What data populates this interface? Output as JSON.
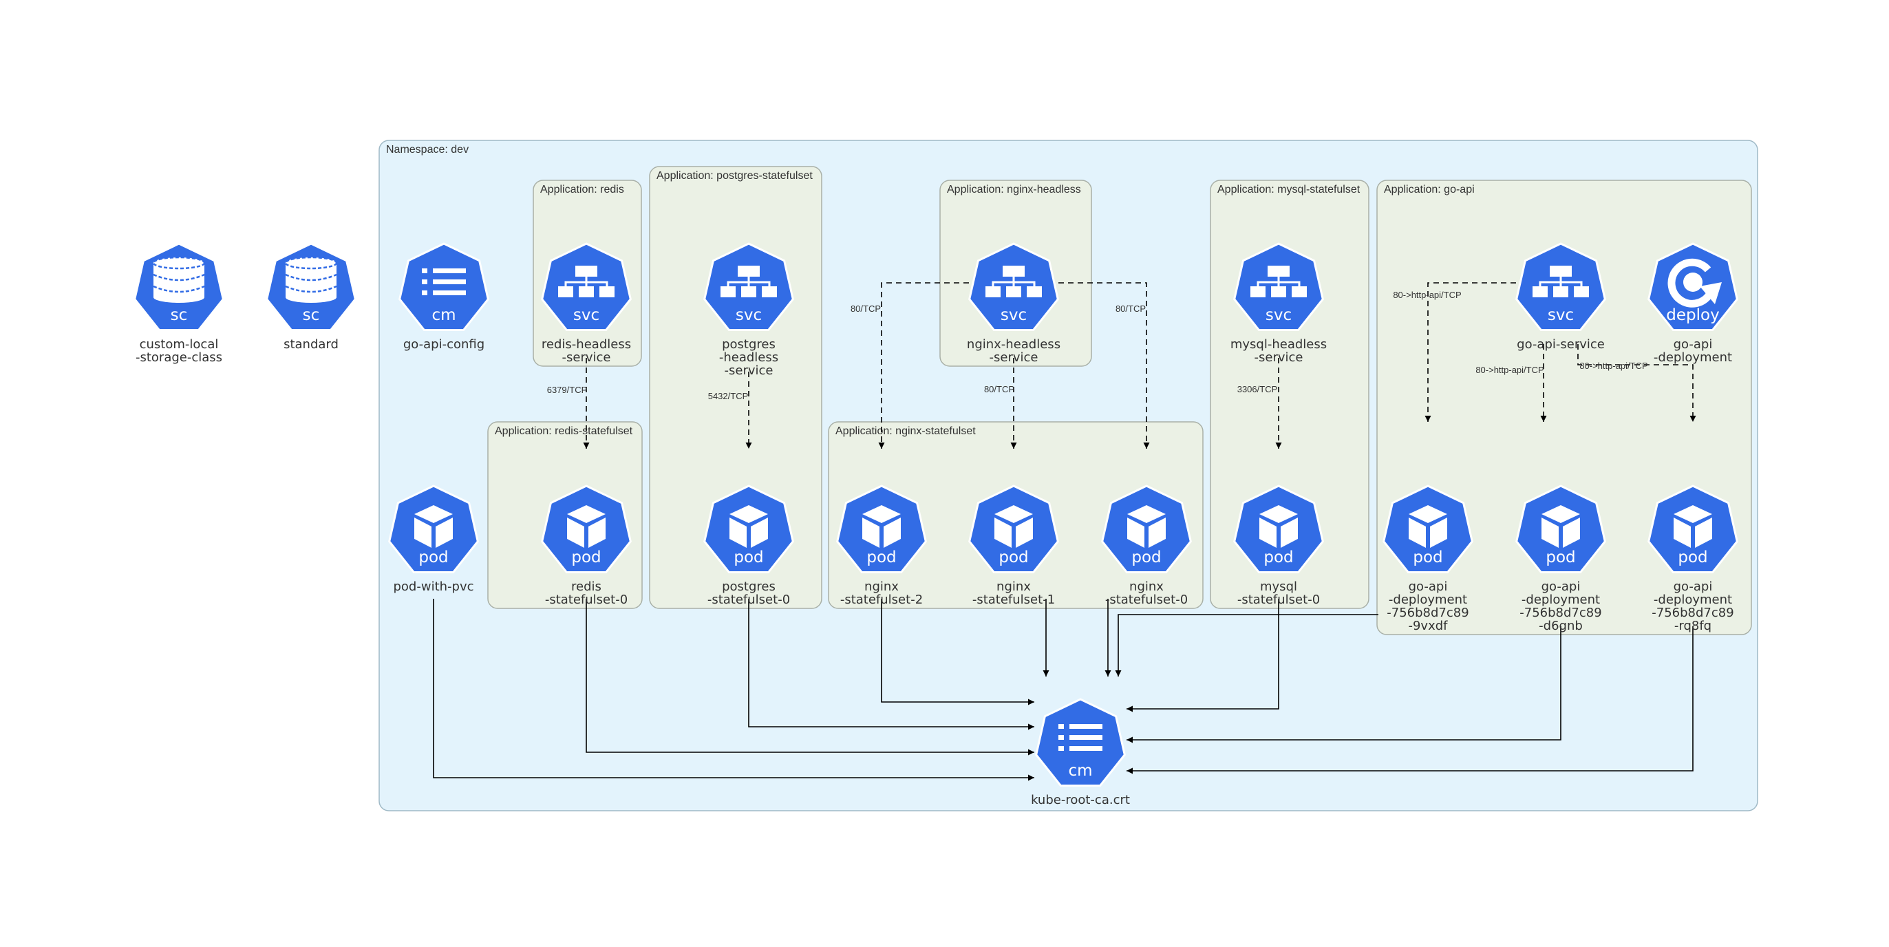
{
  "colors": {
    "namespace_fill": "#e3f3fc",
    "app_fill": "#ebf1e5",
    "icon_blue": "#326ce5",
    "edge": "#000000"
  },
  "namespace_label": "Namespace: dev",
  "groups": {
    "app_redis": "Application: redis",
    "app_postgres": "Application: postgres-statefulset",
    "app_nginx_headless": "Application: nginx-headless",
    "app_mysql": "Application: mysql-statefulset",
    "app_goapi": "Application: go-api",
    "app_redis_sts": "Application: redis-statefulset",
    "app_nginx_sts": "Application: nginx-statefulset"
  },
  "icons": {
    "sc": {
      "name": "storage-class-icon",
      "text": "sc"
    },
    "cm": {
      "name": "configmap-icon",
      "text": "cm"
    },
    "svc": {
      "name": "service-icon",
      "text": "svc"
    },
    "pod": {
      "name": "pod-icon",
      "text": "pod"
    },
    "deploy": {
      "name": "deployment-icon",
      "text": "deploy"
    }
  },
  "nodes": {
    "custom_local_sc": {
      "kind": "sc",
      "label": [
        "custom-local",
        "-storage-class"
      ]
    },
    "standard_sc": {
      "kind": "sc",
      "label": [
        "standard"
      ]
    },
    "go_api_config": {
      "kind": "cm",
      "label": [
        "go-api-config"
      ]
    },
    "redis_headless_svc": {
      "kind": "svc",
      "label": [
        "redis-headless",
        "-service"
      ]
    },
    "postgres_headless_svc": {
      "kind": "svc",
      "label": [
        "postgres",
        "-headless",
        "-service"
      ]
    },
    "nginx_headless_svc": {
      "kind": "svc",
      "label": [
        "nginx-headless",
        "-service"
      ]
    },
    "mysql_headless_svc": {
      "kind": "svc",
      "label": [
        "mysql-headless",
        "-service"
      ]
    },
    "go_api_service": {
      "kind": "svc",
      "label": [
        "go-api-service"
      ]
    },
    "go_api_deployment": {
      "kind": "deploy",
      "label": [
        "go-api",
        "-deployment"
      ]
    },
    "pod_with_pvc": {
      "kind": "pod",
      "label": [
        "pod-with-pvc"
      ]
    },
    "redis_sts_0": {
      "kind": "pod",
      "label": [
        "redis",
        "-statefulset-0"
      ]
    },
    "postgres_sts_0": {
      "kind": "pod",
      "label": [
        "postgres",
        "-statefulset-0"
      ]
    },
    "nginx_sts_2": {
      "kind": "pod",
      "label": [
        "nginx",
        "-statefulset-2"
      ]
    },
    "nginx_sts_1": {
      "kind": "pod",
      "label": [
        "nginx",
        "-statefulset-1"
      ]
    },
    "nginx_sts_0": {
      "kind": "pod",
      "label": [
        "nginx",
        "-statefulset-0"
      ]
    },
    "mysql_sts_0": {
      "kind": "pod",
      "label": [
        "mysql",
        "-statefulset-0"
      ]
    },
    "go_api_pod_9vxdf": {
      "kind": "pod",
      "label": [
        "go-api",
        "-deployment",
        "-756b8d7c89",
        "-9vxdf"
      ]
    },
    "go_api_pod_d6gnb": {
      "kind": "pod",
      "label": [
        "go-api",
        "-deployment",
        "-756b8d7c89",
        "-d6gnb"
      ]
    },
    "go_api_pod_rq8fq": {
      "kind": "pod",
      "label": [
        "go-api",
        "-deployment",
        "-756b8d7c89",
        "-rq8fq"
      ]
    },
    "kube_root_ca": {
      "kind": "cm",
      "label": [
        "kube-root-ca.crt"
      ]
    }
  },
  "edges": [
    {
      "from": "redis_headless_svc",
      "to": "redis_sts_0",
      "label": "6379/TCP",
      "style": "dashed"
    },
    {
      "from": "postgres_headless_svc",
      "to": "postgres_sts_0",
      "label": "5432/TCP",
      "style": "dashed"
    },
    {
      "from": "nginx_headless_svc",
      "to": "nginx_sts_2",
      "label": "80/TCP",
      "style": "dashed"
    },
    {
      "from": "nginx_headless_svc",
      "to": "nginx_sts_1",
      "label": "80/TCP",
      "style": "dashed"
    },
    {
      "from": "nginx_headless_svc",
      "to": "nginx_sts_0",
      "label": "80/TCP",
      "style": "dashed"
    },
    {
      "from": "mysql_headless_svc",
      "to": "mysql_sts_0",
      "label": "3306/TCP",
      "style": "dashed"
    },
    {
      "from": "go_api_service",
      "to": "go_api_pod_9vxdf",
      "label": "80->http-api/TCP",
      "style": "dashed"
    },
    {
      "from": "go_api_service",
      "to": "go_api_pod_d6gnb",
      "label": "80->http-api/TCP",
      "style": "dashed"
    },
    {
      "from": "go_api_service",
      "to": "go_api_pod_rq8fq",
      "label": "80->http-api/TCP",
      "style": "dashed"
    },
    {
      "from": "pod_with_pvc",
      "to": "kube_root_ca",
      "style": "solid"
    },
    {
      "from": "redis_sts_0",
      "to": "kube_root_ca",
      "style": "solid"
    },
    {
      "from": "postgres_sts_0",
      "to": "kube_root_ca",
      "style": "solid"
    },
    {
      "from": "nginx_sts_2",
      "to": "kube_root_ca",
      "style": "solid"
    },
    {
      "from": "nginx_sts_1",
      "to": "kube_root_ca",
      "style": "solid"
    },
    {
      "from": "nginx_sts_0",
      "to": "kube_root_ca",
      "style": "solid"
    },
    {
      "from": "go_api_pod_9vxdf",
      "to": "kube_root_ca",
      "style": "solid"
    },
    {
      "from": "mysql_sts_0",
      "to": "kube_root_ca",
      "style": "solid"
    },
    {
      "from": "go_api_pod_d6gnb",
      "to": "kube_root_ca",
      "style": "solid"
    },
    {
      "from": "go_api_pod_rq8fq",
      "to": "kube_root_ca",
      "style": "solid"
    }
  ]
}
